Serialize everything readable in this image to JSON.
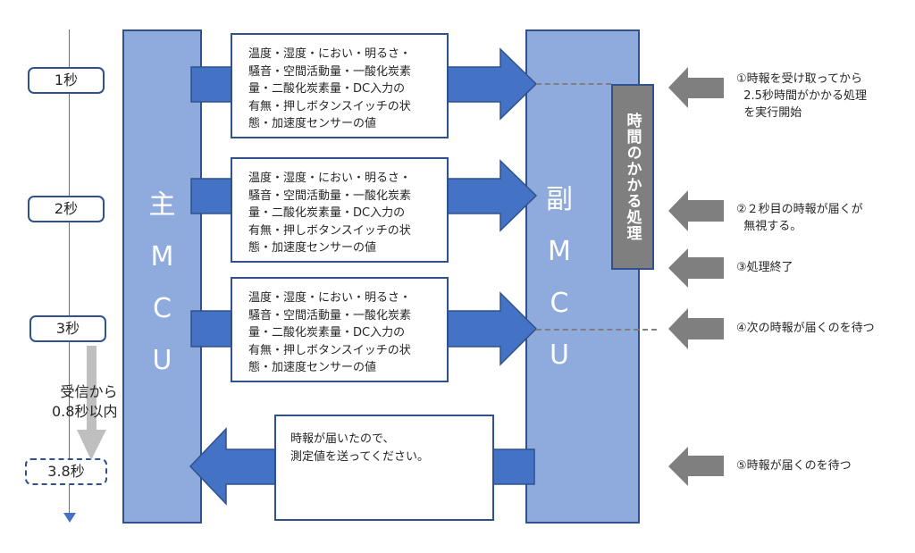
{
  "timeline": {
    "labels": [
      "1秒",
      "2秒",
      "3秒",
      "3.8秒"
    ],
    "delay_note_line1": "受信から",
    "delay_note_line2": "0.8秒以内"
  },
  "main_mcu": {
    "chars": [
      "主",
      "M",
      "C",
      "U"
    ]
  },
  "sub_mcu": {
    "chars": [
      "副",
      "M",
      "C",
      "U"
    ]
  },
  "data_box_text": {
    "lines": [
      "温度・湿度・におい・明るさ・",
      "騒音・空間活動量・一酸化炭素",
      "量・二酸化炭素量・DC入力の",
      "有無・押しボタンスイッチの状",
      "態・加速度センサーの値"
    ]
  },
  "request_box": {
    "line1": "時報が届いたので、",
    "line2": "測定値を送ってください。"
  },
  "processing_box": {
    "label": "時間のかかる処理"
  },
  "notes": [
    {
      "text": "①時報を受け取ってから\n  2.5秒時間がかかる処理\n  を実行開始"
    },
    {
      "text": "②２秒目の時報が届くが\n  無視する。"
    },
    {
      "text": "③処理終了"
    },
    {
      "text": "④次の時報が届くのを待つ"
    },
    {
      "text": "⑤時報が届くのを待つ"
    }
  ],
  "colors": {
    "mcu_fill": "#8faadc",
    "arrow_blue": "#4472c4",
    "border_dark_blue": "#2f528f",
    "gray_arrow": "#7f7f7f",
    "light_gray_arrow": "#bfbfbf"
  }
}
